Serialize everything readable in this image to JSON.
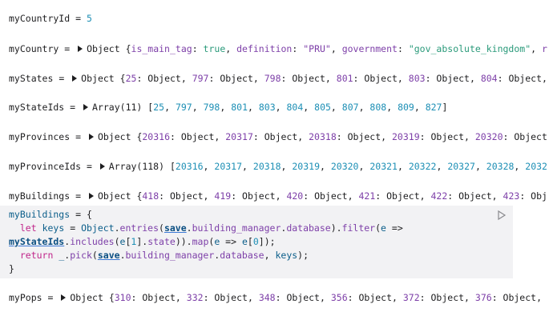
{
  "lines": {
    "l1": {
      "name": "myCountryId",
      "value": "5"
    },
    "l2": {
      "name": "myCountry",
      "type": "Object",
      "preview": "{is_main_tag: true, definition: \"PRU\", government: \"gov_absolute_kingdom\", r"
    },
    "l3": {
      "name": "myStates",
      "type": "Object",
      "preview": "{25: Object, 797: Object, 798: Object, 801: Object, 803: Object, 804: Object, "
    },
    "l4": {
      "name": "myStateIds",
      "type": "Array(11)",
      "preview": "[25, 797, 798, 801, 803, 804, 805, 807, 808, 809, 827]"
    },
    "l5": {
      "name": "myProvinces",
      "type": "Object",
      "preview": "{20316: Object, 20317: Object, 20318: Object, 20319: Object, 20320: Object"
    },
    "l6": {
      "name": "myProvinceIds",
      "type": "Array(118)",
      "preview": "[20316, 20317, 20318, 20319, 20320, 20321, 20322, 20327, 20328, 2032"
    },
    "l7": {
      "name": "myBuildings",
      "type": "Object",
      "preview": "{418: Object, 419: Object, 420: Object, 421: Object, 422: Object, 423: Obj"
    },
    "l8": {
      "name": "myPops",
      "type": "Object",
      "preview": "{310: Object, 332: Object, 348: Object, 356: Object, 372: Object, 376: Object,"
    }
  },
  "code": {
    "line1": "myBuildings = {",
    "line2": "  let keys = Object.entries(save.building_manager.database).filter(e =>",
    "line3": "myStateIds.includes(e[1].state)).map(e => e[0]);",
    "line4": "  return _.pick(save.building_manager.database, keys);",
    "line5": "}"
  },
  "icons": {
    "replay": "replay-icon"
  }
}
